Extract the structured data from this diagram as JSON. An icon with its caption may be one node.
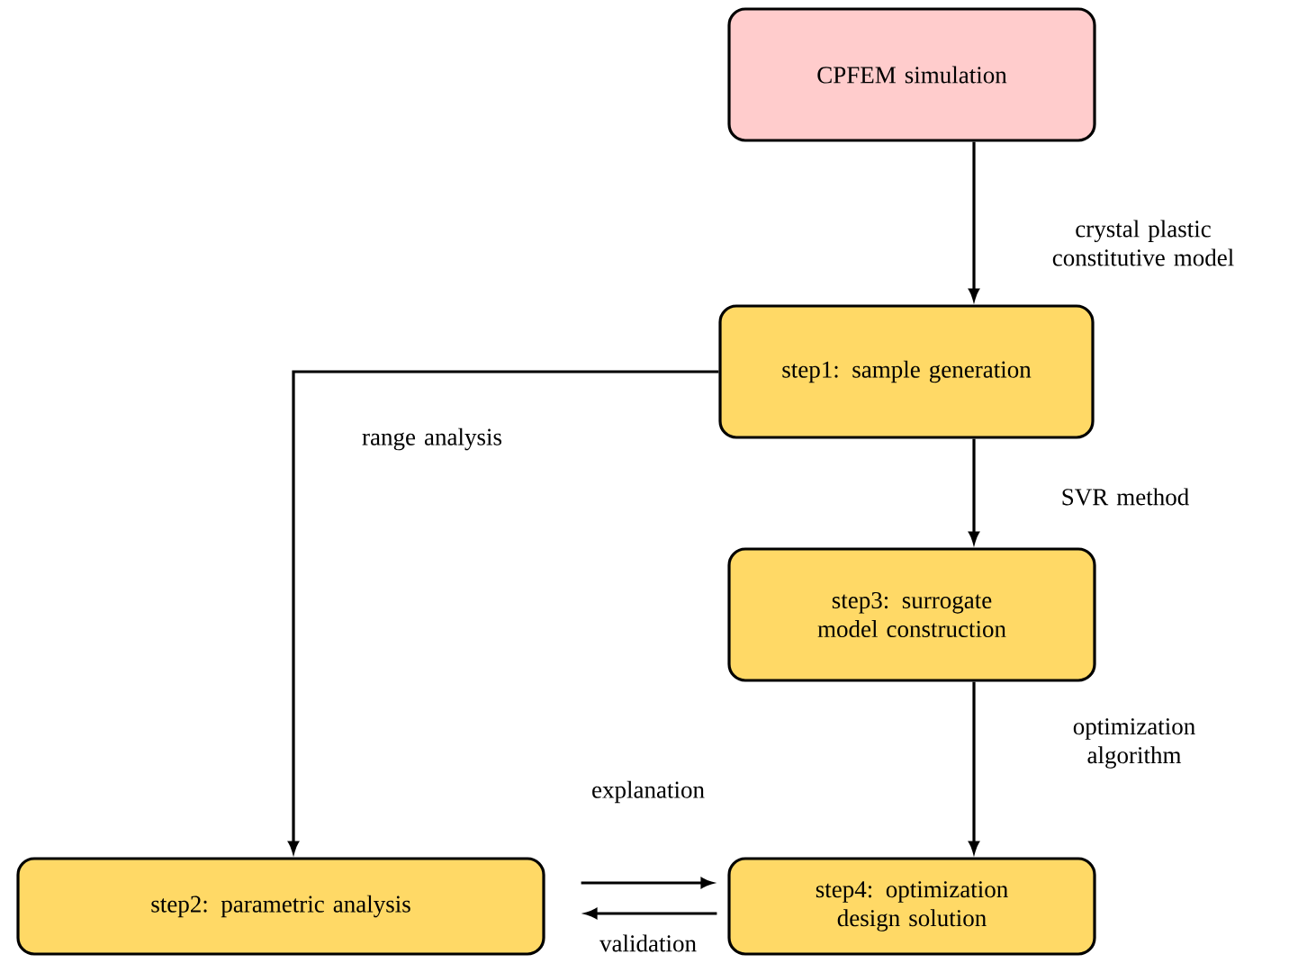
{
  "diagram": {
    "nodes": [
      {
        "text": [
          "CPFEM simulation"
        ]
      },
      {
        "text": [
          "step1: sample generation"
        ]
      },
      {
        "text": [
          "step3: surrogate model construction"
        ]
      },
      {
        "text": [
          "step2: parametric analysis"
        ]
      },
      {
        "text": [
          "step4: optimization design solution"
        ]
      }
    ],
    "edges": [
      {
        "from": 0,
        "to": 1,
        "arrow": "to",
        "label": "crystal plastic constitutive model"
      },
      {
        "from": 1,
        "to": 2,
        "arrow": "to",
        "label": "SVR method"
      },
      {
        "from": 2,
        "to": 4,
        "arrow": "to",
        "label": "optimization algorithm"
      },
      {
        "from": 1,
        "to": 3,
        "arrow": "to",
        "label": "range analysis"
      },
      {
        "from": 3,
        "to": 4,
        "arrow": "to",
        "label": "explanation"
      },
      {
        "from": 4,
        "to": 3,
        "arrow": "to",
        "label": "validation"
      }
    ]
  }
}
